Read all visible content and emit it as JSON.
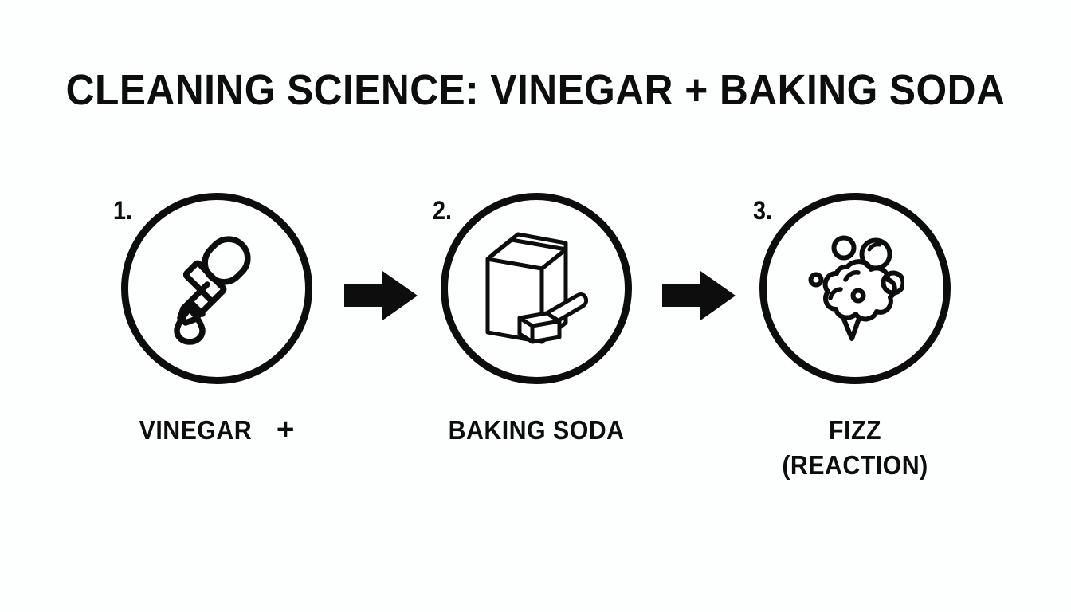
{
  "title": "CLEANING SCIENCE: VINEGAR + BAKING SODA",
  "colors": {
    "background": "#fdfefe",
    "ink": "#0d0d0d"
  },
  "steps": [
    {
      "number": "1.",
      "icon": "dropper-icon",
      "caption": "VINEGAR",
      "caption_suffix": "+",
      "caption_line2": ""
    },
    {
      "number": "2.",
      "icon": "baking-soda-box-icon",
      "caption": "BAKING SODA",
      "caption_suffix": "",
      "caption_line2": ""
    },
    {
      "number": "3.",
      "icon": "fizz-bubbles-icon",
      "caption": "FIZZ",
      "caption_suffix": "",
      "caption_line2": "(REACTION)"
    }
  ],
  "arrows": [
    {
      "icon": "arrow-right-icon"
    },
    {
      "icon": "arrow-right-icon"
    }
  ]
}
